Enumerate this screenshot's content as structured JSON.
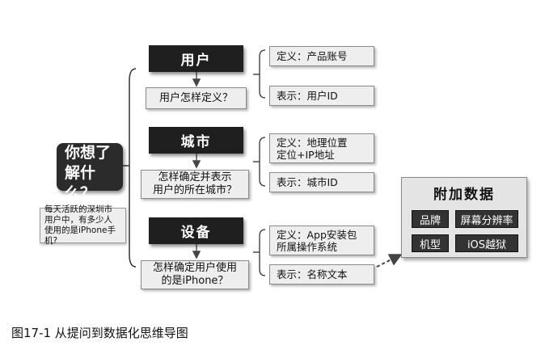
{
  "main_question": {
    "line1": "你想了",
    "line2": "解什么？"
  },
  "context_note": {
    "line1": "每天活跃的深圳市",
    "line2": "用户中，有多少人",
    "line3": "使用的是iPhone手机?"
  },
  "branches": [
    {
      "head": "用户",
      "question_lines": [
        "用户怎样定义？"
      ],
      "definition_lines": [
        "定义：产品账号"
      ],
      "representation": "表示：用户ID"
    },
    {
      "head": "城市",
      "question_lines": [
        "怎样确定并表示",
        "用户的所在城市？"
      ],
      "definition_lines": [
        "定义：地理位置",
        "定位+IP地址"
      ],
      "representation": "表示：城市ID"
    },
    {
      "head": "设备",
      "question_lines": [
        "怎样确定用户使用",
        "的是iPhone？"
      ],
      "definition_lines": [
        "定义：App安装包",
        "所属操作系统"
      ],
      "representation": "表示：名称文本"
    }
  ],
  "extra_data": {
    "title": "附加数据",
    "tags": [
      "品牌",
      "屏幕分辨率",
      "机型",
      "iOS越狱"
    ]
  },
  "caption": "图17-1  从提问到数据化思维导图"
}
